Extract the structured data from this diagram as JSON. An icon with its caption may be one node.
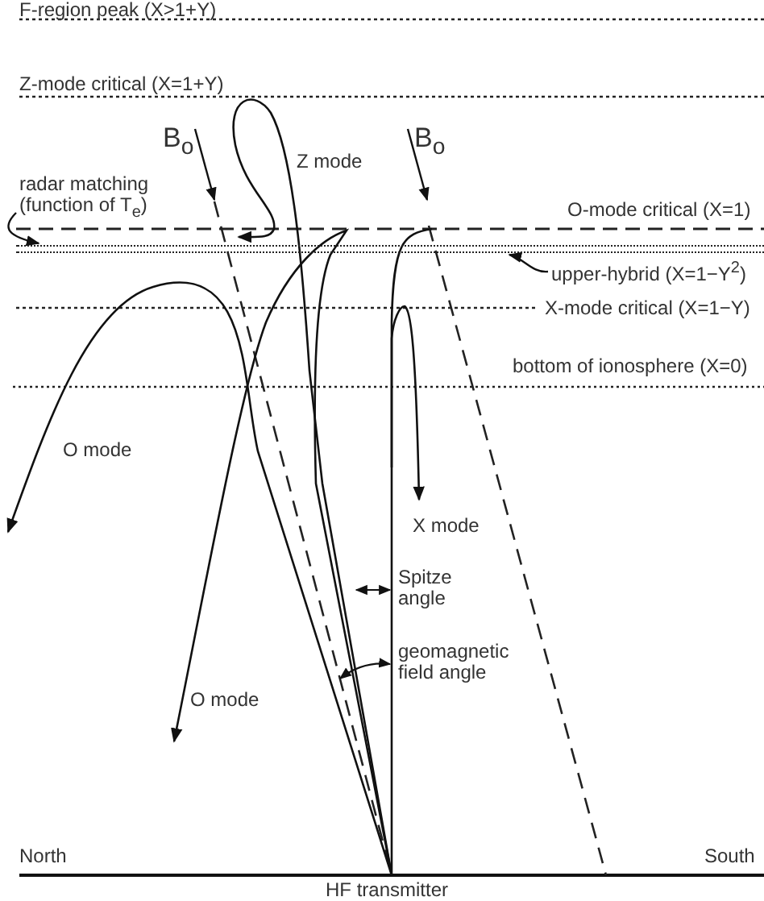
{
  "diagram": {
    "nodes": [
      {
        "text": [
          "radar matching (function of T$_{e}$)"
        ]
      },
      {
        "text": [
          "upper-hybrid (X=1−Y$^{2}$)"
        ]
      },
      {
        "text": [],
        "shape": "line"
      }
    ],
    "edges": [
      {
        "from": 0,
        "to": 2,
        "arrow": "to"
      },
      {
        "from": 1,
        "to": 2,
        "arrow": "to"
      }
    ],
    "labels": [
      "F-region peak (X>1+Y)",
      "Z-mode critical (X=1+Y)",
      "B$_{o}$",
      "B$_{o}$",
      "Z mode",
      "O-mode critical (X=1)",
      "X-mode critical (X=1−Y)",
      "bottom of ionosphere (X=0)",
      "O mode",
      "X mode",
      "Spitze angle",
      "geomagnetic field angle",
      "O mode",
      "North",
      "South",
      "HF transmitter"
    ]
  }
}
